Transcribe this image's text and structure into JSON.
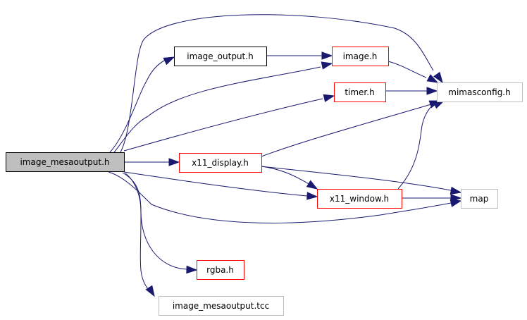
{
  "diagram": {
    "type": "include-dependency-graph",
    "colors": {
      "edge": "#191970",
      "root_fill": "#bfbfbf",
      "root_border": "#000000",
      "documented_border": "#000000",
      "with_includes_border": "#ff0000",
      "external_border": "#bfbfbf",
      "node_fill": "#ffffff"
    },
    "nodes": [
      {
        "id": "image_mesaoutput_h",
        "label": "image_mesaoutput.h",
        "style": "root"
      },
      {
        "id": "image_output_h",
        "label": "image_output.h",
        "style": "documented"
      },
      {
        "id": "image_h",
        "label": "image.h",
        "style": "with_includes"
      },
      {
        "id": "timer_h",
        "label": "timer.h",
        "style": "with_includes"
      },
      {
        "id": "mimasconfig_h",
        "label": "mimasconfig.h",
        "style": "external"
      },
      {
        "id": "x11_display_h",
        "label": "x11_display.h",
        "style": "with_includes"
      },
      {
        "id": "x11_window_h",
        "label": "x11_window.h",
        "style": "with_includes"
      },
      {
        "id": "map",
        "label": "map",
        "style": "external"
      },
      {
        "id": "rgba_h",
        "label": "rgba.h",
        "style": "with_includes"
      },
      {
        "id": "image_mesaoutput_tcc",
        "label": "image_mesaoutput.tcc",
        "style": "external"
      }
    ],
    "edges": [
      {
        "from": "image_mesaoutput_h",
        "to": "mimasconfig_h"
      },
      {
        "from": "image_mesaoutput_h",
        "to": "image_output_h"
      },
      {
        "from": "image_mesaoutput_h",
        "to": "image_h"
      },
      {
        "from": "image_mesaoutput_h",
        "to": "timer_h"
      },
      {
        "from": "image_mesaoutput_h",
        "to": "x11_display_h"
      },
      {
        "from": "image_mesaoutput_h",
        "to": "x11_window_h"
      },
      {
        "from": "image_mesaoutput_h",
        "to": "map"
      },
      {
        "from": "image_mesaoutput_h",
        "to": "rgba_h"
      },
      {
        "from": "image_mesaoutput_h",
        "to": "image_mesaoutput_tcc"
      },
      {
        "from": "image_output_h",
        "to": "image_h"
      },
      {
        "from": "image_h",
        "to": "mimasconfig_h"
      },
      {
        "from": "timer_h",
        "to": "mimasconfig_h"
      },
      {
        "from": "x11_display_h",
        "to": "mimasconfig_h"
      },
      {
        "from": "x11_display_h",
        "to": "x11_window_h"
      },
      {
        "from": "x11_display_h",
        "to": "map"
      },
      {
        "from": "x11_window_h",
        "to": "mimasconfig_h"
      },
      {
        "from": "x11_window_h",
        "to": "map"
      }
    ]
  }
}
